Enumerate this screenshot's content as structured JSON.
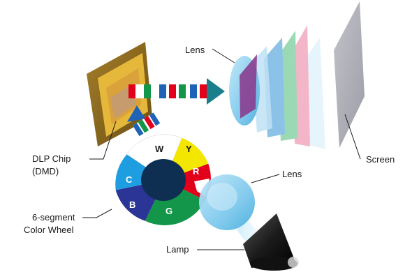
{
  "labels": {
    "lens_top": "Lens",
    "lens_bottom": "Lens",
    "screen": "Screen",
    "dlp_line1": "DLP Chip",
    "dlp_line2": "(DMD)",
    "wheel_line1": "6-segment",
    "wheel_line2": "Color Wheel",
    "lamp": "Lamp"
  },
  "wheel_segments": [
    {
      "letter": "W",
      "color": "#ffffff"
    },
    {
      "letter": "Y",
      "color": "#f3e600"
    },
    {
      "letter": "R",
      "color": "#e3001b"
    },
    {
      "letter": "G",
      "color": "#14964a"
    },
    {
      "letter": "B",
      "color": "#2b3595"
    },
    {
      "letter": "C",
      "color": "#1e9ee0"
    }
  ],
  "colors": {
    "chip_frame": "#8a6a1d",
    "chip_gold": "#e5b73a",
    "beam_red": "#e3001b",
    "beam_green": "#14964a",
    "beam_blue": "#1e63b8",
    "beam_arrow": "#1a7f8a",
    "lens": "#8fd1ef",
    "screen": "#a9a9b3",
    "wheel_hub": "#0f2f52",
    "lamp": "#222222"
  }
}
